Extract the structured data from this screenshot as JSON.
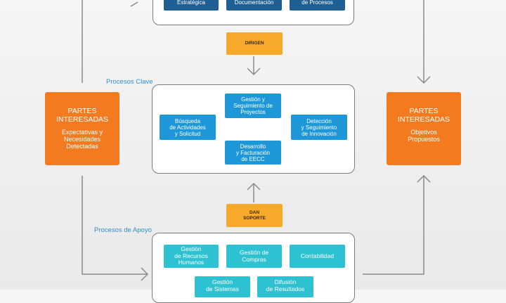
{
  "top_group": {
    "items": [
      "Estratégica",
      "Documentación",
      "de Procesos"
    ]
  },
  "connector_top": {
    "label": "DIRIGEN"
  },
  "key_group": {
    "label": "Procesos Clave",
    "items": {
      "top": "Gestión y\nSeguimiento de\nProyectos",
      "left": "Búsqueda\nde Actividades\ny Solicitud",
      "right": "Detección\ny Seguimiento\nde Innovación",
      "bottom": "Desarrollo\ny Facturación\nde EECC"
    }
  },
  "connector_bottom": {
    "label": "DAN\nSOPORTE"
  },
  "support_group": {
    "label": "Procesos de Apoyo",
    "row1": [
      "Gestión\nde Recursos\nHumanos",
      "Gestión de\nCompras",
      "Contabilidad"
    ],
    "row2": [
      "Gestión\nde Sistemas",
      "Difusión\nde Resultados"
    ]
  },
  "stakeholders_left": {
    "title": "PARTES\nINTERESADAS",
    "subtitle": "Expectativas y\nNecesidades\nDetectadas"
  },
  "stakeholders_right": {
    "title": "PARTES\nINTERESADAS",
    "subtitle": "Objetivos\nPropuestos"
  },
  "colors": {
    "orange": "#f47a20",
    "connector_yellow": "#f6a92b",
    "dark_blue": "#1f5f93",
    "blue": "#1e97d8",
    "teal": "#2ec1d1",
    "label_blue": "#2e8fcf",
    "line_gray": "#7b7b7b"
  }
}
